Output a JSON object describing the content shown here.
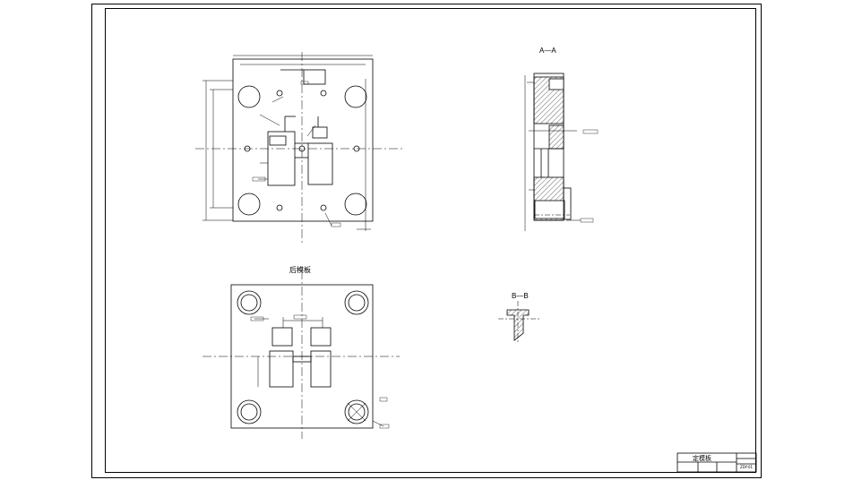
{
  "drawing": {
    "views": {
      "section_aa": "A—A",
      "back_view": "后模板",
      "section_bb": "B—B"
    },
    "title_block": {
      "name": "定模板",
      "drawing_no": "ZDY-01"
    },
    "colors": {
      "line": "#000000",
      "background": "#ffffff"
    }
  }
}
